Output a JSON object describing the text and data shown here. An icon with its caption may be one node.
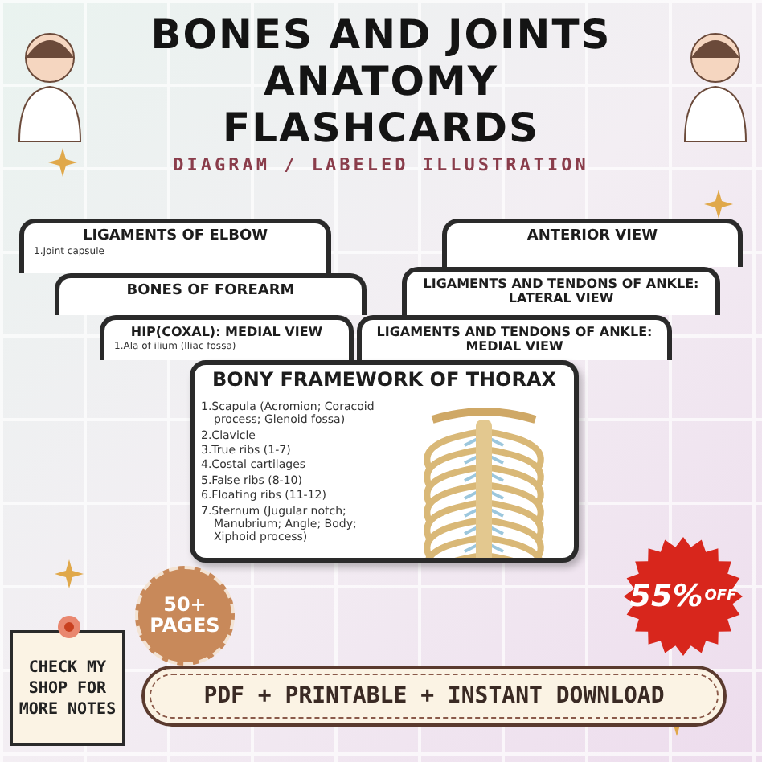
{
  "diagram": {
    "title": "BONES AND JOINTS ANATOMY FLASHCARDS",
    "nodes": [
      {
        "text": [
          "LIGAMENTS OF ELBOW",
          "1.Joint capsule"
        ]
      },
      {
        "text": [
          "BONES OF FOREARM"
        ]
      },
      {
        "text": [
          "HIP(COXAL): MEDIAL VIEW",
          "1.Ala of ilium (Iliac fossa)"
        ]
      },
      {
        "text": [
          "ANTERIOR VIEW"
        ]
      },
      {
        "text": [
          "LIGAMENTS AND TENDONS OF ANKLE: LATERAL VIEW"
        ]
      },
      {
        "text": [
          "LIGAMENTS AND TENDONS OF ANKLE: MEDIAL VIEW"
        ]
      },
      {
        "text": [
          "BONY FRAMEWORK OF THORAX",
          "1.Scapula (Acromion; Coracoid process; Glenoid fossa)",
          "2.Clavicle",
          "3.True ribs (1-7)",
          "4.Costal cartilages",
          "5.False ribs (8-10)",
          "6.Floating ribs (11-12)",
          "7.Sternum (Jugular notch; Manubrium; Angle; Body; Xiphoid process)"
        ]
      },
      {
        "text": [
          "50+ PAGES"
        ]
      },
      {
        "text": [
          "55%",
          "OFF"
        ]
      },
      {
        "text": [
          "CHECK MY SHOP FOR MORE NOTES"
        ]
      },
      {
        "text": [
          "PDF + PRINTABLE + INSTANT DOWNLOAD"
        ]
      }
    ],
    "labels": [
      "DIAGRAM / LABELED ILLUSTRATION"
    ]
  }
}
